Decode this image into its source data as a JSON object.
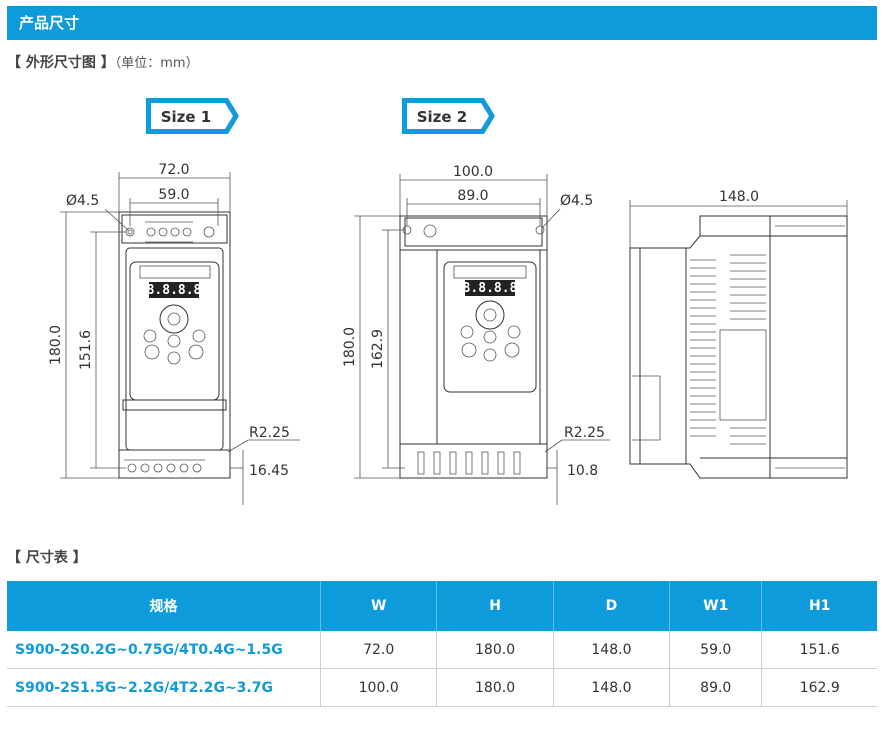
{
  "header": {
    "title": "产品尺寸"
  },
  "outline_section": {
    "title": "【 外形尺寸图 】",
    "unit": "（单位：mm）"
  },
  "badges": {
    "size1": "Size 1",
    "size2": "Size 2"
  },
  "size1_dims": {
    "width": "72.0",
    "w1": "59.0",
    "hole": "Ø4.5",
    "height": "180.0",
    "h1": "151.6",
    "radius": "R2.25",
    "foot": "16.45"
  },
  "size2_dims": {
    "width": "100.0",
    "w1": "89.0",
    "hole": "Ø4.5",
    "height": "180.0",
    "h1": "162.9",
    "radius": "R2.25",
    "foot": "10.8"
  },
  "side_dims": {
    "depth": "148.0"
  },
  "display_digits": "8.8.8.8",
  "table_section": {
    "title": "【 尺寸表 】"
  },
  "table": {
    "headers": [
      "规格",
      "W",
      "H",
      "D",
      "W1",
      "H1"
    ],
    "rows": [
      [
        "S900-2S0.2G~0.75G/4T0.4G~1.5G",
        "72.0",
        "180.0",
        "148.0",
        "59.0",
        "151.6"
      ],
      [
        "S900-2S1.5G~2.2G/4T2.2G~3.7G",
        "100.0",
        "180.0",
        "148.0",
        "89.0",
        "162.9"
      ]
    ]
  },
  "colors": {
    "brand": "#0e9bdc",
    "model_text": "#0e9bdc"
  }
}
